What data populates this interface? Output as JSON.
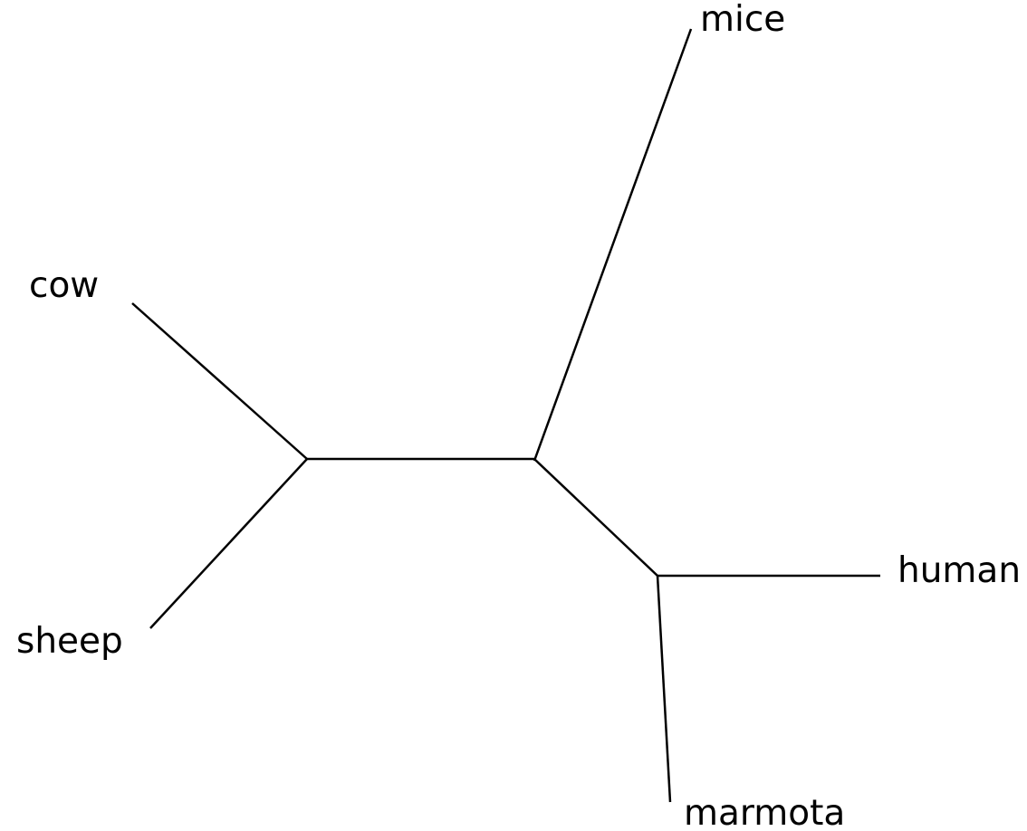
{
  "diagram": {
    "type": "unrooted phylogenetic tree",
    "line_color": "#000000",
    "leaves": {
      "mice": "mice",
      "cow": "cow",
      "sheep": "sheep",
      "human": "human",
      "marmota": "marmota"
    }
  }
}
